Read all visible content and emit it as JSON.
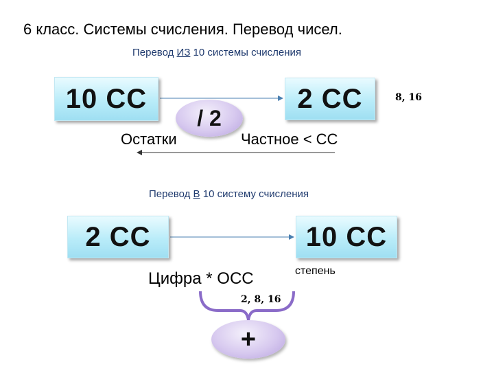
{
  "title": "6 класс. Системы счисления. Перевод чисел.",
  "from10": {
    "heading_pre": "Перевод ",
    "heading_u": "ИЗ",
    "heading_post": " 10 системы счисления",
    "left_box": "10 СС",
    "right_box": "2 СС",
    "bases": "8, 16",
    "operation": "/ 2",
    "remainders": "Остатки",
    "quotient": "Частное < СС"
  },
  "to10": {
    "heading_pre": "Перевод ",
    "heading_u": "В",
    "heading_post": " 10 систему счисления",
    "left_box": "2 СС",
    "right_box": "10 СС",
    "formula": "Цифра * ОСС",
    "power": "степень",
    "bases": "2, 8, 16",
    "operation": "+"
  },
  "colors": {
    "box_fill": "#b9ecf9",
    "circle_fill": "#d7c9ef",
    "heading": "#1f3a6e",
    "arrow": "#4a7fb0"
  }
}
